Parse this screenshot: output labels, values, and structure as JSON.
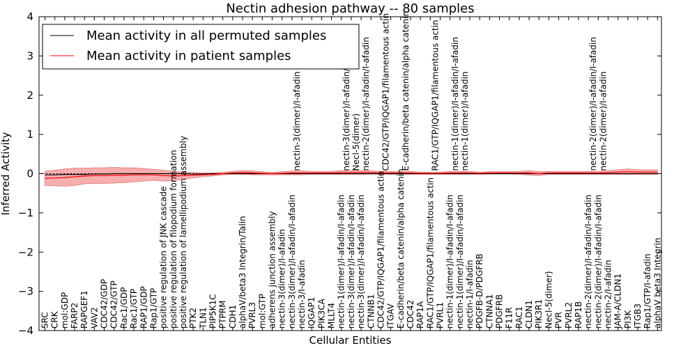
{
  "chart_data": {
    "type": "line",
    "title": "Nectin adhesion pathway -- 80 samples",
    "xlabel": "Cellular Entities",
    "ylabel": "Inferred Activity",
    "ylim": [
      -4,
      4
    ],
    "yticks": [
      -4,
      -3,
      -2,
      -1,
      0,
      1,
      2,
      3,
      4
    ],
    "grid": false,
    "legend_position": "top-left",
    "categories": [
      "SRC",
      "CRK",
      "mol:GDP",
      "FARP2",
      "RAPGEF1",
      "VAV2",
      "CDC42/GDP",
      "CDC42/GTP",
      "Rac1/GDP",
      "Rac1/GTP",
      "RAP1/GDP",
      "Rap1/GTP",
      "positive regulation of JNK cascade",
      "positive regulation of filopodium formation",
      "positive regulation of lamellipodium assembly",
      "PTK2",
      "TLN1",
      "PIP5K1C",
      "PTPRM",
      "CDH1",
      "alphaV/beta3 Integrin/Talin",
      "PVRL3",
      "mol:GTP",
      "adherens junction assembly",
      "nectin-3(dimer)/I-afadin",
      "nectin-3(dimer)/I-afadin/I-afadin",
      "nectin-3/I-afadin",
      "IQGAP1",
      "PIK3CA",
      "MLLT4",
      "nectin-1(dimer)/I-afadin/I-afadin",
      "nectin-3(dimer)/I-afadin/I-afadin",
      "nectin-3(dimer)/I-afadin/I-afadin",
      "CTNNB1",
      "CDC42/GTP/IQGAP1/filamentous actin",
      "ITGAV",
      "E-cadherin/beta catenin/alpha catenin",
      "CDC42",
      "RAP1A",
      "RAC1/GTP/IQGAP1/filamentous actin",
      "PVRL1",
      "nectin-1(dimer)/I-afadin/I-afadin",
      "nectin-1(dimer)/I-afadin/I-afadin",
      "nectin-1/I-afadin",
      "PDGFB-D/PDGFRB",
      "CTNNA1",
      "PDGFRB",
      "F11R",
      "RAC1",
      "CLDN1",
      "PIK3R1",
      "Necl-5(dimer)",
      "PVR",
      "PVRL2",
      "RAP1B",
      "nectin-2(dimer)/I-afadin/I-afadin",
      "nectin-2(dimer)/I-afadin/I-afadin",
      "nectin-2/I-afadin",
      "JAM-A/CLDN1",
      "PI3K",
      "ITGB3",
      "Rap1/GTP/I-afadin",
      "alphaV beta3 Integrin"
    ],
    "upper_labels": [
      {
        "text": "nectin-3(dimer)/I-afadin",
        "after": 25
      },
      {
        "text": "nectin-3(dimer)/I-afadin/I-afadin",
        "after": 30
      },
      {
        "text": "Necl-5(dimer)",
        "after": 31
      },
      {
        "text": "nectin-2(dimer)/I-afadin/I-afadin",
        "after": 32
      },
      {
        "text": "CDC42/GTP/IQGAP1/filamentous actin",
        "after": 34
      },
      {
        "text": "E-cadherin/beta catenin/alpha catenin",
        "after": 36
      },
      {
        "text": "RAC1/GTP/IQGAP1/filamentous actin",
        "after": 39
      },
      {
        "text": "nectin-1(dimer)/I-afadin/I-afadin",
        "after": 41
      },
      {
        "text": "nectin-1(dimer)/I-afadin",
        "after": 42
      },
      {
        "text": "nectin-2(dimer)/I-afadin/I-afadin",
        "after": 55
      },
      {
        "text": "nectin-2(dimer)/I-afadin",
        "after": 56
      }
    ],
    "series": [
      {
        "name": "Mean activity in all permuted samples",
        "color": "#000000",
        "values": [
          -0.03,
          -0.03,
          -0.02,
          -0.02,
          -0.02,
          -0.01,
          -0.01,
          0.0,
          0.0,
          0.0,
          0.0,
          0.0,
          0.0,
          0.0,
          0.0,
          -0.01,
          -0.01,
          0.0,
          0.0,
          0.0,
          0.0,
          0.0,
          0.0,
          0.0,
          0.0,
          0.0,
          0.0,
          0.0,
          0.0,
          0.0,
          0.0,
          0.0,
          0.0,
          0.0,
          0.0,
          0.0,
          0.0,
          0.0,
          0.0,
          0.0,
          0.0,
          0.0,
          0.0,
          0.0,
          0.0,
          0.0,
          0.0,
          0.0,
          0.0,
          0.0,
          0.0,
          0.0,
          0.0,
          0.0,
          0.0,
          0.0,
          0.0,
          0.0,
          0.0,
          0.0,
          0.0,
          0.0,
          0.0
        ]
      },
      {
        "name": "Mean activity in patient samples",
        "color": "#ff0000",
        "band_color": "#f5a0a0",
        "values": [
          -0.12,
          -0.11,
          -0.1,
          -0.08,
          -0.06,
          -0.05,
          -0.05,
          -0.04,
          -0.04,
          -0.03,
          -0.03,
          -0.03,
          -0.05,
          -0.06,
          -0.05,
          -0.04,
          -0.03,
          -0.02,
          0.0,
          0.02,
          0.03,
          0.02,
          0.01,
          0.0,
          0.01,
          0.02,
          0.02,
          0.02,
          0.02,
          0.02,
          0.03,
          0.03,
          0.03,
          0.03,
          0.02,
          0.02,
          0.02,
          0.02,
          0.01,
          0.01,
          0.01,
          0.02,
          0.02,
          0.02,
          0.01,
          0.02,
          0.02,
          0.02,
          0.02,
          0.02,
          0.0,
          0.02,
          0.02,
          0.02,
          0.02,
          0.02,
          0.02,
          0.03,
          0.04,
          0.05,
          0.04,
          0.04,
          0.04
        ],
        "band_halfwidth": [
          0.18,
          0.2,
          0.22,
          0.22,
          0.2,
          0.2,
          0.2,
          0.2,
          0.19,
          0.18,
          0.16,
          0.14,
          0.14,
          0.12,
          0.09,
          0.07,
          0.05,
          0.04,
          0.03,
          0.04,
          0.05,
          0.05,
          0.04,
          0.03,
          0.04,
          0.05,
          0.05,
          0.04,
          0.04,
          0.04,
          0.05,
          0.05,
          0.05,
          0.04,
          0.04,
          0.04,
          0.04,
          0.04,
          0.03,
          0.03,
          0.03,
          0.04,
          0.04,
          0.04,
          0.03,
          0.03,
          0.03,
          0.03,
          0.04,
          0.06,
          0.05,
          0.04,
          0.04,
          0.04,
          0.04,
          0.04,
          0.04,
          0.05,
          0.06,
          0.07,
          0.06,
          0.06,
          0.06
        ]
      }
    ]
  }
}
